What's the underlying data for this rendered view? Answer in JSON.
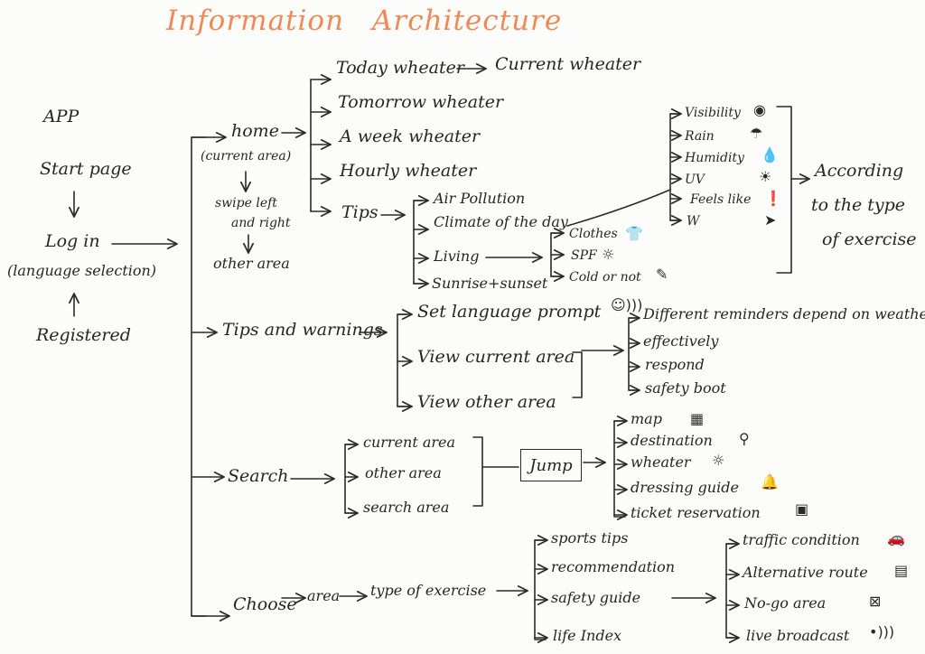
{
  "title_words": [
    "Information",
    "Architecture"
  ],
  "left": {
    "app": "APP",
    "start_page": "Start page",
    "log_in": "Log in",
    "language_selection": "(language selection)",
    "registered": "Registered"
  },
  "home": {
    "label": "home",
    "sub": "(current area)",
    "swipe_line1": "swipe left",
    "swipe_line2": "and right",
    "other_area": "other area",
    "children": [
      "Today wheater",
      "Tomorrow wheater",
      "A week wheater",
      "Hourly wheater",
      "Tips"
    ],
    "current_wheater": "Current wheater"
  },
  "tips": {
    "children": [
      "Air Pollution",
      "Climate of the day",
      "Living",
      "Sunrise+sunset"
    ],
    "climate_children": [
      "Visibility",
      "Rain",
      "Humidity",
      "UV",
      "Feels like",
      "W"
    ],
    "living_children": [
      "Clothes",
      "SPF",
      "Cold or not"
    ],
    "according_line1": "According",
    "according_line2": "to the type",
    "according_line3": "of exercise"
  },
  "tips_warnings": {
    "label": "Tips and warnings",
    "children": [
      "Set language prompt",
      "View current area",
      "View other area"
    ],
    "reminders": [
      "Different reminders depend on weather",
      "effectively",
      "respond",
      "safety boot"
    ]
  },
  "search": {
    "label": "Search",
    "children": [
      "current area",
      "other area",
      "search area"
    ],
    "jump": "Jump",
    "jump_children": [
      "map",
      "destination",
      "wheater",
      "dressing guide",
      "ticket reservation"
    ]
  },
  "choose": {
    "label": "Choose",
    "area": "area",
    "type_of_exercise": "type of exercise",
    "children": [
      "sports tips",
      "recommendation",
      "safety guide",
      "life Index"
    ],
    "guide_children": [
      "traffic condition",
      "Alternative route",
      "No-go area",
      "live broadcast"
    ]
  },
  "icons": {
    "visibility": "eye-icon",
    "rain": "umbrella-icon",
    "humidity": "drop-icon",
    "uv": "sun-icon",
    "feels_like": "thermometer-icon",
    "wind": "wind-icon",
    "clothes": "shirt-icon",
    "spf": "sun-icon",
    "cold": "pencil-icon",
    "prompt": "smiley-sound-icon",
    "map": "map-icon",
    "destination": "pin-icon",
    "weather": "sun-icon",
    "dressing": "bell-icon",
    "ticket": "ticket-icon",
    "traffic": "car-icon",
    "route": "document-icon",
    "no_go": "no-entry-icon",
    "broadcast": "broadcast-icon"
  },
  "colors": {
    "title": "#ef8a56",
    "ink": "#262626",
    "paper": "#fcfcfb"
  }
}
